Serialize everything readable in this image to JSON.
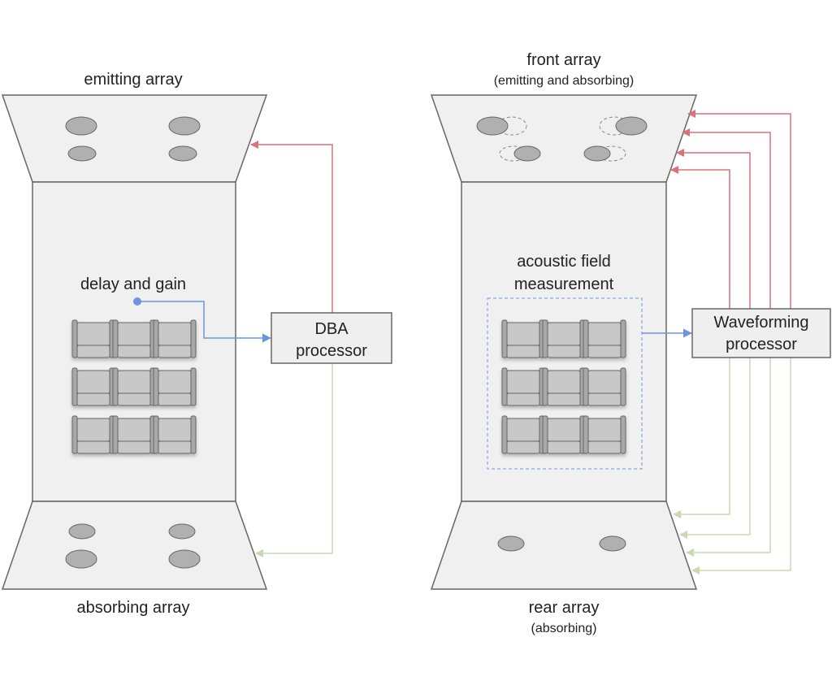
{
  "left": {
    "top_label": "emitting array",
    "bottom_label": "absorbing array",
    "seat_label": "delay and gain",
    "processor": {
      "line1": "DBA",
      "line2": "processor"
    }
  },
  "right": {
    "top_label": "front array",
    "top_sublabel": "(emitting and absorbing)",
    "bottom_label": "rear array",
    "bottom_sublabel": "(absorbing)",
    "seat_label_line1": "acoustic field",
    "seat_label_line2": "measurement",
    "processor": {
      "line1": "Waveforming",
      "line2": "processor"
    }
  },
  "colors": {
    "emit_line": "#d9727a",
    "absorb_line": "#c8d9b4",
    "control_line": "#6d94e0",
    "panel_fill": "#f0f0f0",
    "speaker_fill": "#b0b0b0",
    "stroke": "#666666"
  }
}
